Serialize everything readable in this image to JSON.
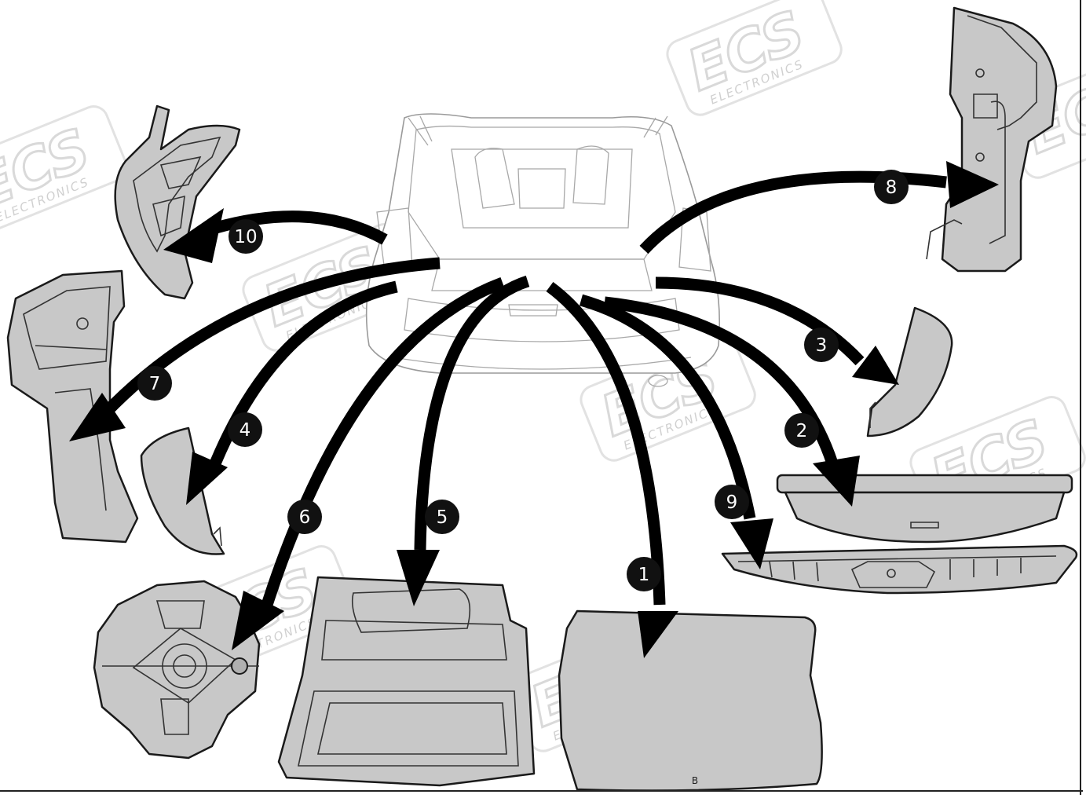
{
  "watermark": {
    "brand": "ECS",
    "sub": "ELECTRONICS"
  },
  "callouts": [
    {
      "id": "1",
      "label": "1"
    },
    {
      "id": "2",
      "label": "2"
    },
    {
      "id": "3",
      "label": "3"
    },
    {
      "id": "4",
      "label": "4"
    },
    {
      "id": "5",
      "label": "5"
    },
    {
      "id": "6",
      "label": "6"
    },
    {
      "id": "7",
      "label": "7"
    },
    {
      "id": "8",
      "label": "8"
    },
    {
      "id": "9",
      "label": "9"
    },
    {
      "id": "10",
      "label": "10"
    }
  ],
  "floor_panel_mark": "B",
  "colors": {
    "part_fill": "#c8c8c8",
    "arrow": "#000000",
    "callout_fill": "#111111",
    "callout_text": "#ffffff",
    "car_outline": "#9a9a9a",
    "watermark": "#d9d9d9"
  }
}
